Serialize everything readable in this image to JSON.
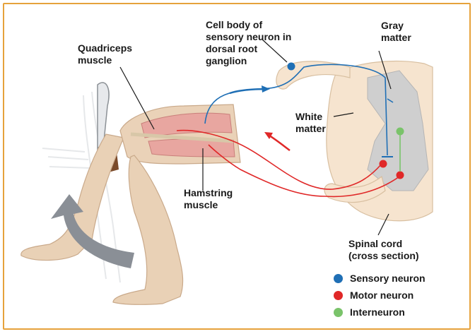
{
  "labels": {
    "quadriceps": "Quadriceps\nmuscle",
    "cell_body": "Cell body of\nsensory neuron in\ndorsal root\nganglion",
    "gray_matter": "Gray\nmatter",
    "white_matter": "White\nmatter",
    "hamstring": "Hamstring\nmuscle",
    "spinal_cord": "Spinal cord\n(cross section)"
  },
  "legend": [
    {
      "label": "Sensory neuron",
      "color": "#1f6fb5"
    },
    {
      "label": "Motor neuron",
      "color": "#e02828"
    },
    {
      "label": "Interneuron",
      "color": "#7ac36a"
    }
  ],
  "colors": {
    "frame": "#e6a23c",
    "sensory": "#1f6fb5",
    "motor": "#e02828",
    "interneuron": "#7ac36a",
    "skin": "#ead2b8",
    "muscle": "#e8a6a0",
    "spinal_white": "#f6e4cf",
    "spinal_gray": "#cfcfcf",
    "motion_arrow": "#8a8f96"
  }
}
